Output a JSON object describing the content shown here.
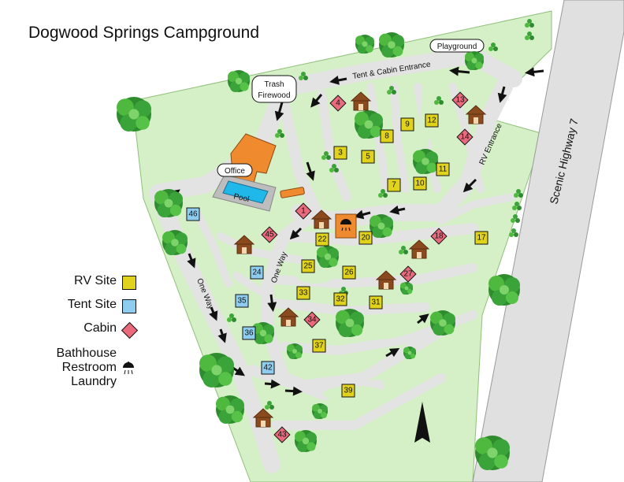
{
  "title": "Dogwood Springs Campground",
  "highway": "Scenic Highway 7",
  "labels": {
    "playground": "Playground",
    "trash": "Trash",
    "firewood": "Firewood",
    "office": "Office",
    "pool": "Pool",
    "tent_cabin_entrance": "Tent & Cabin Entrance",
    "rv_entrance": "RV Entrance",
    "one_way_1": "One Way",
    "one_way_2": "One Way",
    "north": "N"
  },
  "legend": {
    "rv": "RV Site",
    "tent": "Tent Site",
    "cabin": "Cabin",
    "bath1": "Bathhouse",
    "bath2": "Restroom",
    "bath3": "Laundry"
  },
  "colors": {
    "rv": "#e1d21b",
    "tent": "#8ecdf0",
    "cabin": "#e96a7d",
    "cabin_house": "#8a4a1e",
    "park": "#d5f0c6",
    "road": "#e0e0e0",
    "office": "#f08a2e",
    "pool": "#1fb8e8"
  },
  "sites": {
    "rv": [
      "3",
      "5",
      "7",
      "8",
      "9",
      "10",
      "11",
      "12",
      "17",
      "20",
      "22",
      "25",
      "26",
      "31",
      "32",
      "33",
      "37",
      "39"
    ],
    "tent": [
      "24",
      "35",
      "36",
      "42",
      "46"
    ],
    "cabin": [
      "1",
      "4",
      "13",
      "14",
      "18",
      "27",
      "34",
      "43",
      "45"
    ]
  }
}
